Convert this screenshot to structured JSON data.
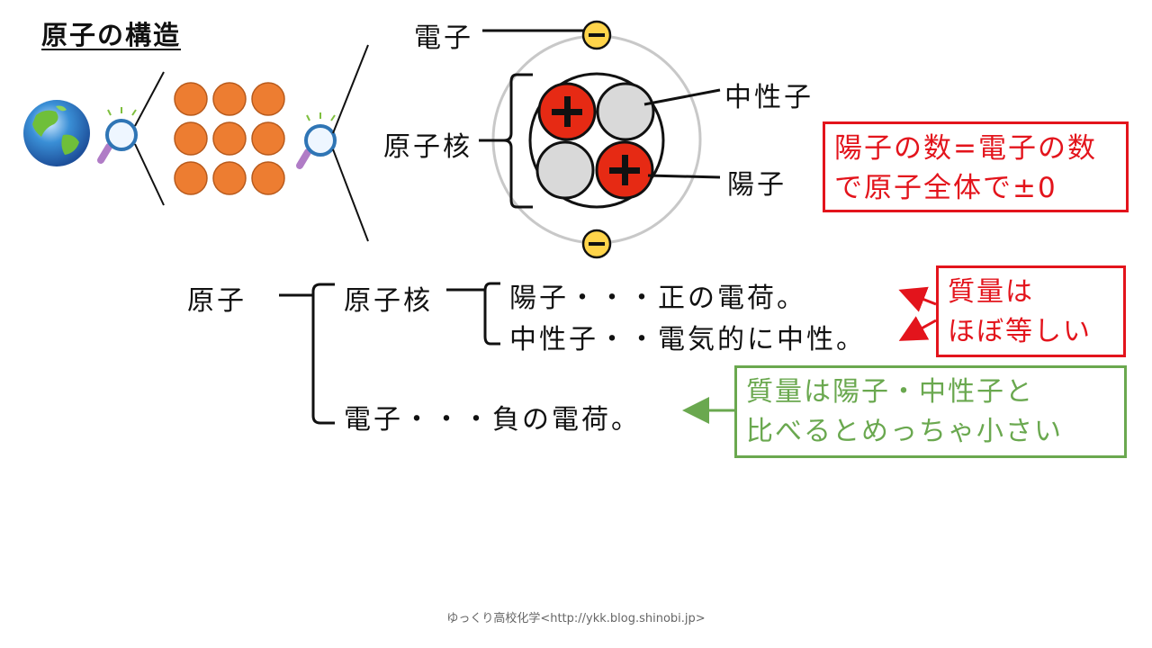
{
  "title": "原子の構造",
  "atom_diagram": {
    "electron_label": "電子",
    "neutron_label": "中性子",
    "nucleus_label": "原子核",
    "proton_label": "陽子"
  },
  "charge_box": {
    "lines": [
      "陽子の数=電子の数",
      "で原子全体で±0"
    ]
  },
  "tree": {
    "root": "原子",
    "nucleus": "原子核",
    "proton": "陽子・・・正の電荷。",
    "neutron": "中性子・・電気的に中性。",
    "electron": "電子・・・負の電荷。"
  },
  "mass_box": {
    "lines": [
      "質量は",
      "ほぼ等しい"
    ]
  },
  "electron_mass_box": {
    "lines": [
      "質量は陽子・中性子と",
      "比べるとめっちゃ小さい"
    ]
  },
  "footer": "ゆっくり高校化学<http://ykk.blog.shinobi.jp>",
  "colors": {
    "accent_red": "#e3141c",
    "accent_green": "#6aa84f",
    "proton_fill": "#e62a14",
    "neutron_fill": "#d9d9d9",
    "electron_fill": "#ffd44a",
    "particle_orange": "#ed7d31"
  },
  "icons": [
    "earth-icon",
    "magnifier-icon",
    "plus-icon",
    "minus-icon"
  ]
}
